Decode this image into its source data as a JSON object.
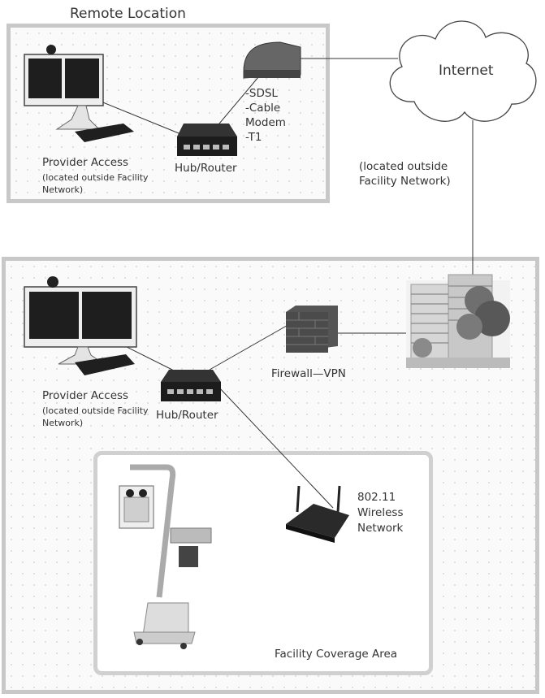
{
  "remote": {
    "title": "Remote Location",
    "provider_access": "Provider Access",
    "provider_note_line1": "(located outside Facility",
    "provider_note_line2": "Network)",
    "hub_router": "Hub/Router",
    "conn_1": "-SDSL",
    "conn_2": "-Cable",
    "conn_3": "Modem",
    "conn_4": "-T1"
  },
  "internet": {
    "label": "Internet",
    "note_line1": "(located outside",
    "note_line2": "Facility Network)"
  },
  "facility": {
    "provider_access": "Provider Access",
    "provider_note_line1": "(located outside Facility",
    "provider_note_line2": "Network)",
    "hub_router": "Hub/Router",
    "firewall": "Firewall—VPN",
    "wireless_1": "802.11",
    "wireless_2": "Wireless",
    "wireless_3": "Network",
    "coverage_area": "Facility Coverage Area"
  }
}
